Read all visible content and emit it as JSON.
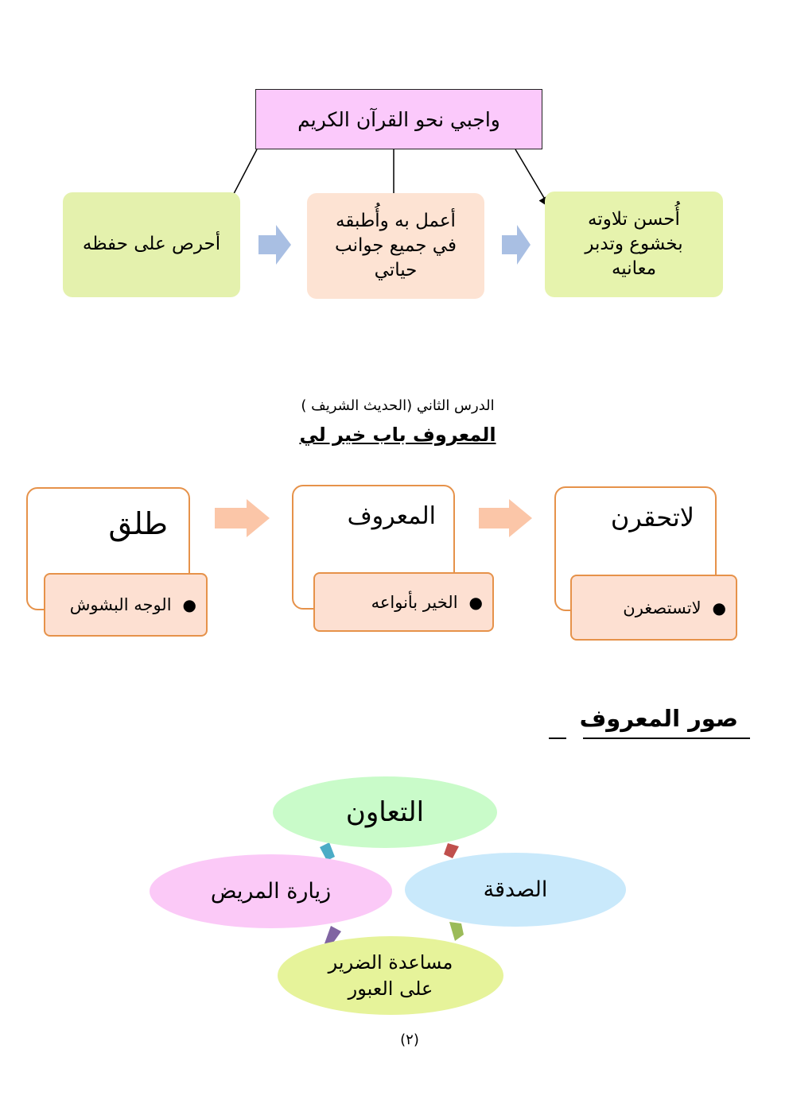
{
  "duties_diagram": {
    "title": "واجبي نحو القرآن الكريم",
    "steps": [
      {
        "text": "أُحسن تلاوته بخشوع وتدبر معانيه"
      },
      {
        "text": "أعمل به وأُطبقه في جميع جوانب حياتي"
      },
      {
        "text": "أحرص على حفظه"
      }
    ]
  },
  "lesson": {
    "label": "الدرس الثاني (الحديث الشريف )",
    "title": "المعروف باب خير لي"
  },
  "cards": [
    {
      "title": "لاتحقرن",
      "detail": "لاتستصغرن"
    },
    {
      "title": "المعروف",
      "detail": "الخير بأنواعه"
    },
    {
      "title": "طلق",
      "detail": "الوجه البشوش"
    }
  ],
  "forms": {
    "title": "صور المعروف",
    "items": {
      "top": "التعاون",
      "right": "الصدقة",
      "bottom": "مساعدة الضرير على العبور",
      "left": "زيارة المريض"
    }
  },
  "colors": {
    "title_box": "#fbc9fb",
    "green_box": "#e6f3ad",
    "peach_box": "#fde3d3",
    "card_border": "#e6924a",
    "block_arrow_blue": "#a9bfe3",
    "block_arrow_peach": "#fbc6a8"
  },
  "page_number": "(٢)"
}
